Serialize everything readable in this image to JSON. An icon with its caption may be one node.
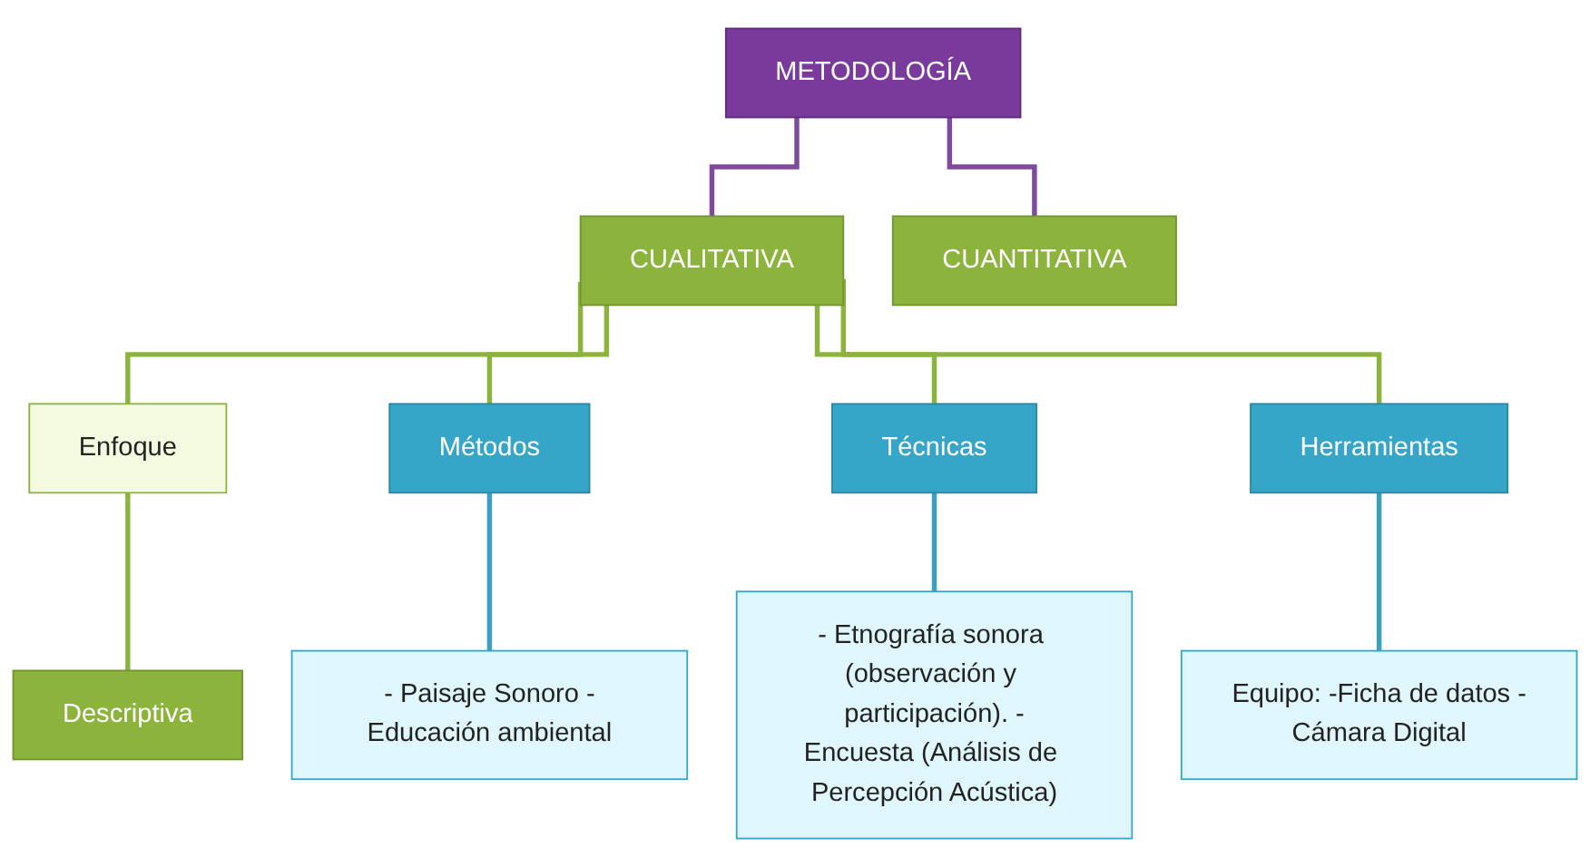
{
  "diagram": {
    "nodes": [
      {
        "text": [
          "METODOLOGÍA"
        ]
      },
      {
        "text": [
          "CUALITATIVA"
        ]
      },
      {
        "text": [
          "CUANTITATIVA"
        ]
      },
      {
        "text": [
          "Enfoque"
        ]
      },
      {
        "text": [
          "Descriptiva"
        ]
      },
      {
        "text": [
          "Métodos"
        ]
      },
      {
        "text": [
          "Técnicas"
        ]
      },
      {
        "text": [
          "Herramientas"
        ]
      },
      {
        "text": [
          "- Paisaje Sonoro -Educación ambiental"
        ]
      },
      {
        "text": [
          "- Etnografía sonora (observación y participación). -Encuesta (Análisis de Percepción Acústica)"
        ]
      },
      {
        "text": [
          "Equipo: -Ficha de datos -Cámara Digital"
        ]
      }
    ],
    "edges": [
      {
        "from": 0,
        "to": 1,
        "arrow": "none",
        "color": "#7f4a9e"
      },
      {
        "from": 0,
        "to": 2,
        "arrow": "none",
        "color": "#7f4a9e"
      },
      {
        "from": 1,
        "to": 3,
        "arrow": "none"
      },
      {
        "from": 1,
        "to": 5,
        "arrow": "none"
      },
      {
        "from": 1,
        "to": 6,
        "arrow": "none"
      },
      {
        "from": 1,
        "to": 7,
        "arrow": "none"
      },
      {
        "from": 3,
        "to": 4,
        "arrow": "none"
      },
      {
        "from": 5,
        "to": 8,
        "arrow": "none",
        "color": "#3a9fc0"
      },
      {
        "from": 6,
        "to": 9,
        "arrow": "none",
        "color": "#3a9fc0"
      },
      {
        "from": 7,
        "to": 10,
        "arrow": "none",
        "color": "#3a9fc0"
      }
    ]
  }
}
